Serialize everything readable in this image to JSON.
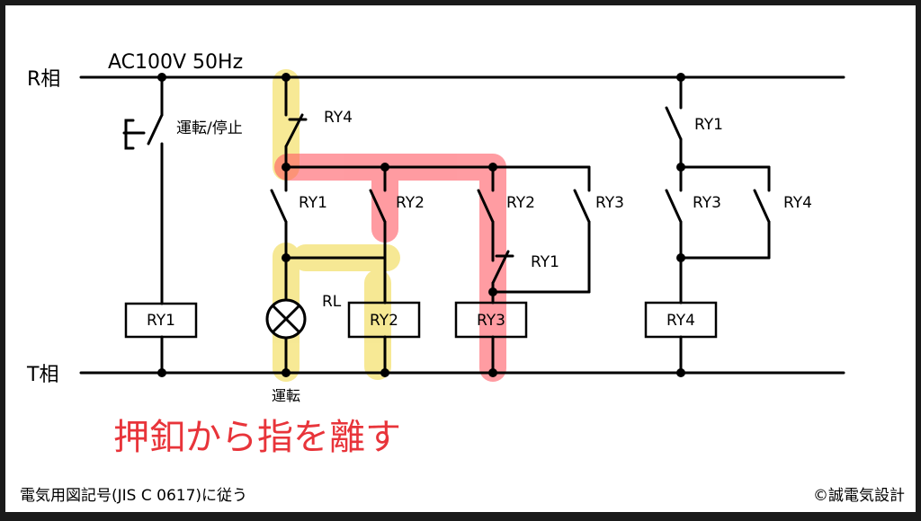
{
  "header": {
    "supply_label": "AC100V 50Hz"
  },
  "buses": {
    "top_label": "R相",
    "bottom_label": "T相"
  },
  "switch": {
    "label": "運転/停止"
  },
  "contacts": {
    "ry4_b_contact": "RY4",
    "ry1_a_contact": "RY1",
    "ry2_a_contact": "RY2",
    "ry2_a_contact_b": "RY2",
    "ry3_a_contact": "RY3",
    "ry1_b_contact": "RY1",
    "ry1_a_contact_right": "RY1",
    "ry3_a_contact_right": "RY3",
    "ry4_a_contact_right": "RY4"
  },
  "coils": {
    "ry1": "RY1",
    "ry2": "RY2",
    "ry3": "RY3",
    "ry4": "RY4"
  },
  "lamp": {
    "label": "RL",
    "caption": "運転"
  },
  "caption": {
    "text": "押釦から指を離す",
    "color": "#e8343a"
  },
  "footer": {
    "note": "電気用図記号(JIS C 0617)に従う",
    "copyright": "©誠電気設計"
  },
  "highlights": {
    "current_path_color": "#ff5a64",
    "hold_path_color": "#f5e37a"
  }
}
